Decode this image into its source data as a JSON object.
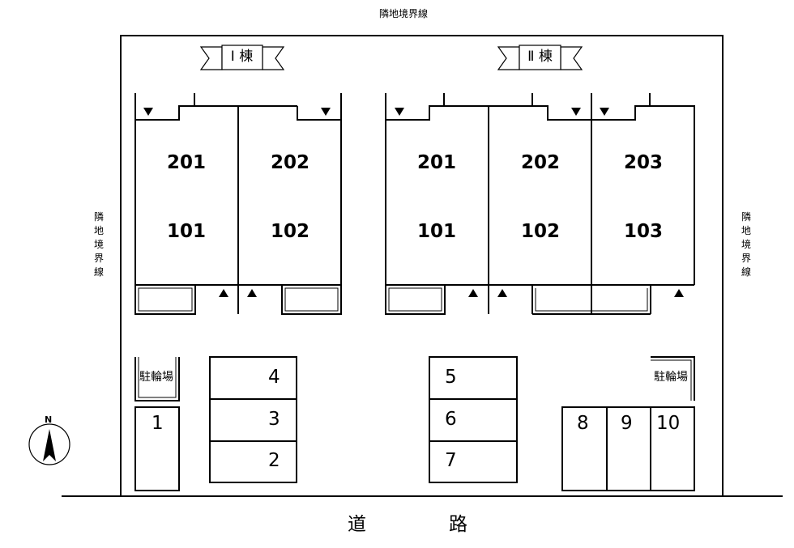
{
  "boundary_label": "隣地境界線",
  "boundary_label_left": [
    "隣",
    "地",
    "境",
    "界",
    "線"
  ],
  "boundary_label_right": [
    "隣",
    "地",
    "境",
    "界",
    "線"
  ],
  "building_1": {
    "label": "Ⅰ 棟",
    "upper_rooms": [
      "201",
      "202"
    ],
    "lower_rooms": [
      "101",
      "102"
    ]
  },
  "building_2": {
    "label": "Ⅱ 棟",
    "upper_rooms": [
      "201",
      "202",
      "203"
    ],
    "lower_rooms": [
      "101",
      "102",
      "103"
    ]
  },
  "bicycle_parking": "駐輪場",
  "parking_spaces": [
    "1",
    "2",
    "3",
    "4",
    "5",
    "6",
    "7",
    "8",
    "9",
    "10"
  ],
  "road": [
    "道",
    "路"
  ],
  "north_label": "N"
}
